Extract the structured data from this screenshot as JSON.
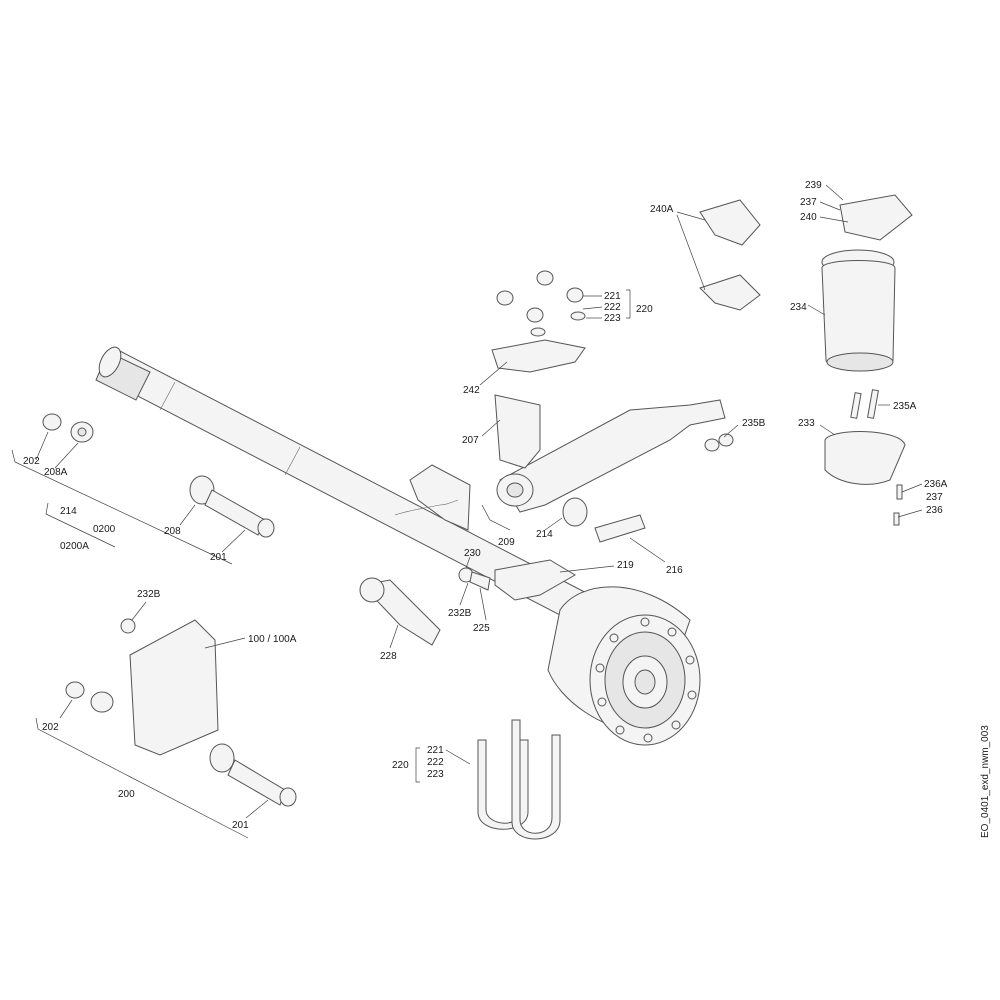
{
  "drawing_id": "EO_0401_exd_nwm_003",
  "labels": {
    "l239": "239",
    "l237a": "237",
    "l240": "240",
    "l240A": "240A",
    "l234": "234",
    "l235A": "235A",
    "l233": "233",
    "l236A": "236A",
    "l237b": "237",
    "l236": "236",
    "l221a": "221",
    "l222a": "222",
    "l223a": "223",
    "l220a": "220",
    "l242": "242",
    "l207": "207",
    "l235B": "235B",
    "l202a": "202",
    "l208A": "208A",
    "l214a": "214",
    "l0200": "0200",
    "l0200A": "0200A",
    "l208": "208",
    "l201a": "201",
    "l209": "209",
    "l214b": "214",
    "l216": "216",
    "l230": "230",
    "l219": "219",
    "l232Ba": "232B",
    "l225": "225",
    "l228": "228",
    "l232Bb": "232B",
    "l100": "100 / 100A",
    "l202b": "202",
    "l200": "200",
    "l201b": "201",
    "l220b": "220",
    "l221b": "221",
    "l222b": "222",
    "l223b": "223"
  }
}
